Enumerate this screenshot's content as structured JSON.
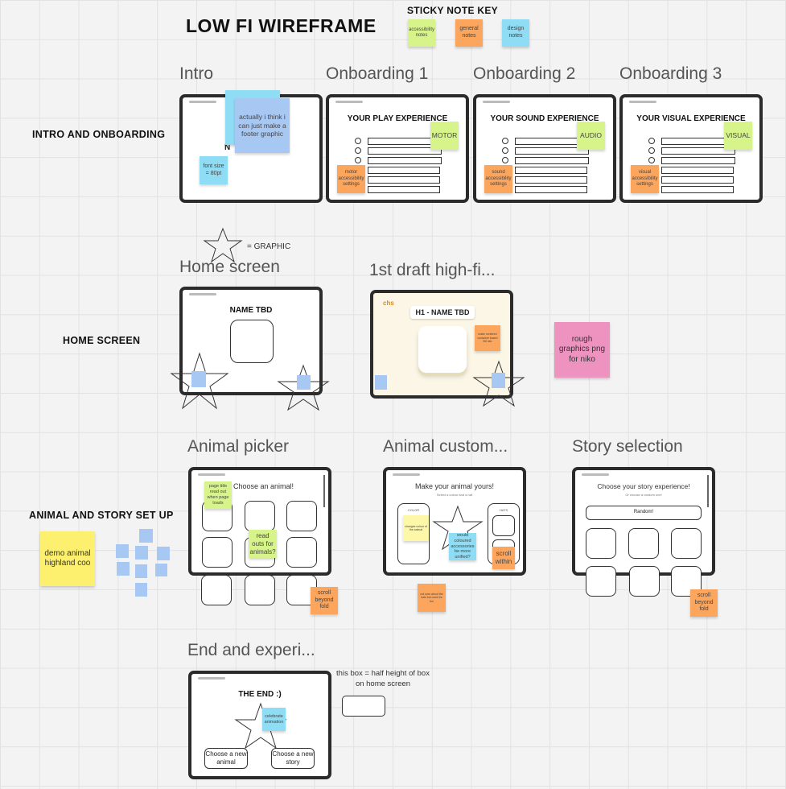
{
  "header": {
    "title": "LOW FI WIREFRAME"
  },
  "key": {
    "title": "STICKY NOTE KEY",
    "items": [
      {
        "label": "accessibility notes",
        "color": "#d7f48b"
      },
      {
        "label": "general notes",
        "color": "#fba55d"
      },
      {
        "label": "design notes",
        "color": "#8fdcf5"
      }
    ]
  },
  "rows": {
    "intro": "INTRO AND ONBOARDING",
    "home": "HOME SCREEN",
    "animal": "ANIMAL AND STORY SET UP"
  },
  "intro": {
    "title": "Intro",
    "name_fragment": "N",
    "sticky_footer": "actually i think i can just make a footer graphic",
    "sticky_font": "font size = 80pt"
  },
  "onboarding": [
    {
      "title": "Onboarding 1",
      "heading": "YOUR PLAY EXPERIENCE",
      "tag": "MOTOR",
      "note": "motor accessibility settings"
    },
    {
      "title": "Onboarding 2",
      "heading": "YOUR SOUND EXPERIENCE",
      "tag": "AUDIO",
      "note": "sound accessibility settings"
    },
    {
      "title": "Onboarding 3",
      "heading": "YOUR VISUAL EXPERIENCE",
      "tag": "VISUAL",
      "note": "visual accessibility settings"
    }
  ],
  "graphic_legend": "= GRAPHIC",
  "home": {
    "title": "Home screen",
    "name": "NAME TBD"
  },
  "hifi": {
    "title": "1st draft high-fi...",
    "logo": "chs",
    "heading": "H1 - NAME TBD",
    "note": "make centered container based BG tab"
  },
  "pink_note": "rough graphics png for niko",
  "animal_picker": {
    "title": "Animal picker",
    "heading": "Choose an animal!",
    "note_page": "page title read out when page loads",
    "note_readouts": "read outs for animals?",
    "note_scroll": "scroll beyond fold"
  },
  "yellow_note": "demo animal highland coo",
  "animal_custom": {
    "title": "Animal custom...",
    "heading": "Make your animal yours!",
    "sub": "Select a colour and a hat",
    "left_label": "COLOR",
    "right_label": "HATS",
    "note_yellow": "changes colour of the animal",
    "note_blue": "would coloured accessories be more unified?",
    "note_scroll": "scroll within",
    "note_below": "not sure about the hats but could be fun"
  },
  "story": {
    "title": "Story selection",
    "heading": "Choose your story experience!",
    "sub": "Or choose a random one!",
    "random": "Random!",
    "note_scroll": "scroll beyond fold"
  },
  "end": {
    "title": "End and experi...",
    "heading": "THE END :)",
    "note": "celebrate animation",
    "btn_left": "Choose a new animal",
    "btn_right": "Choose a new story"
  },
  "box_note": "this box = half height of box on home screen"
}
